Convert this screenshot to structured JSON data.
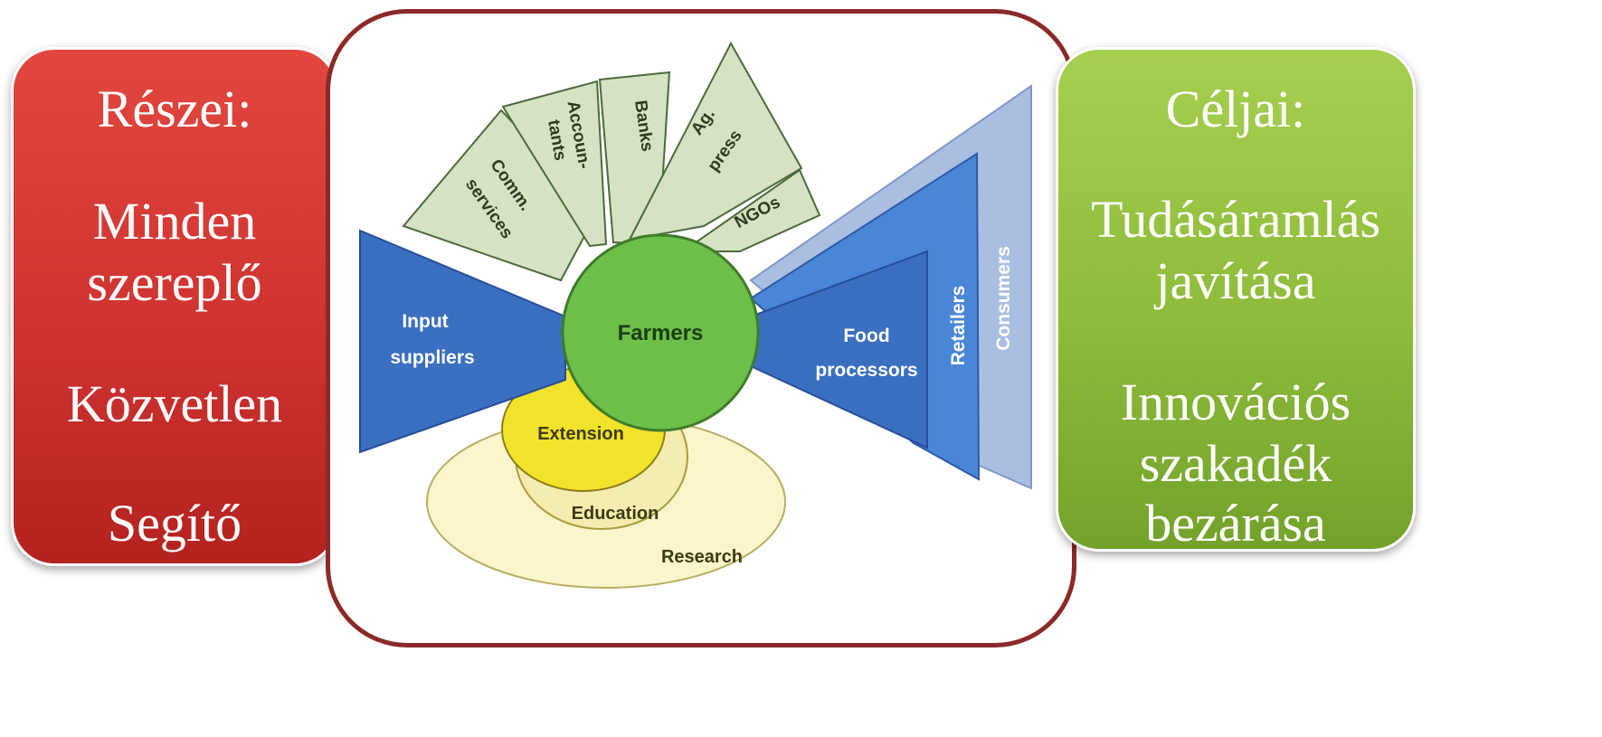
{
  "left_panel": {
    "title": "Részei:",
    "items": [
      "Minden",
      "szereplő",
      "Közvetlen",
      "Segítő"
    ]
  },
  "right_panel": {
    "title": "Céljai:",
    "items": [
      "Tudásáramlás",
      "javítása",
      "Innovációs",
      "szakadék",
      "bezárása"
    ]
  },
  "diagram": {
    "center": "Farmers",
    "fan_labels": {
      "comm_1": "Comm.",
      "comm_2": "services",
      "acc_1": "Accoun-",
      "acc_2": "tants",
      "banks": "Banks",
      "ag_1": "Ag.",
      "ag_2": "press",
      "ngos": "NGOs"
    },
    "chain_labels": {
      "input_1": "Input",
      "input_2": "suppliers",
      "food_1": "Food",
      "food_2": "processors",
      "retailers": "Retailers",
      "consumers": "Consumers"
    },
    "knowledge_labels": {
      "extension": "Extension",
      "education": "Education",
      "research": "Research"
    }
  },
  "colors": {
    "left_red": "#cf3330",
    "right_green": "#8dbb3a",
    "frame": "#8b2a28",
    "fan": "#d6e2c4",
    "blue_dark": "#3b6fc0",
    "blue_mid": "#4a86d6",
    "blue_light": "#a9bfe2",
    "farmers": "#6cc04a",
    "extension": "#f2e22a",
    "education": "#f6ecb0",
    "research": "#fbf5cc"
  }
}
